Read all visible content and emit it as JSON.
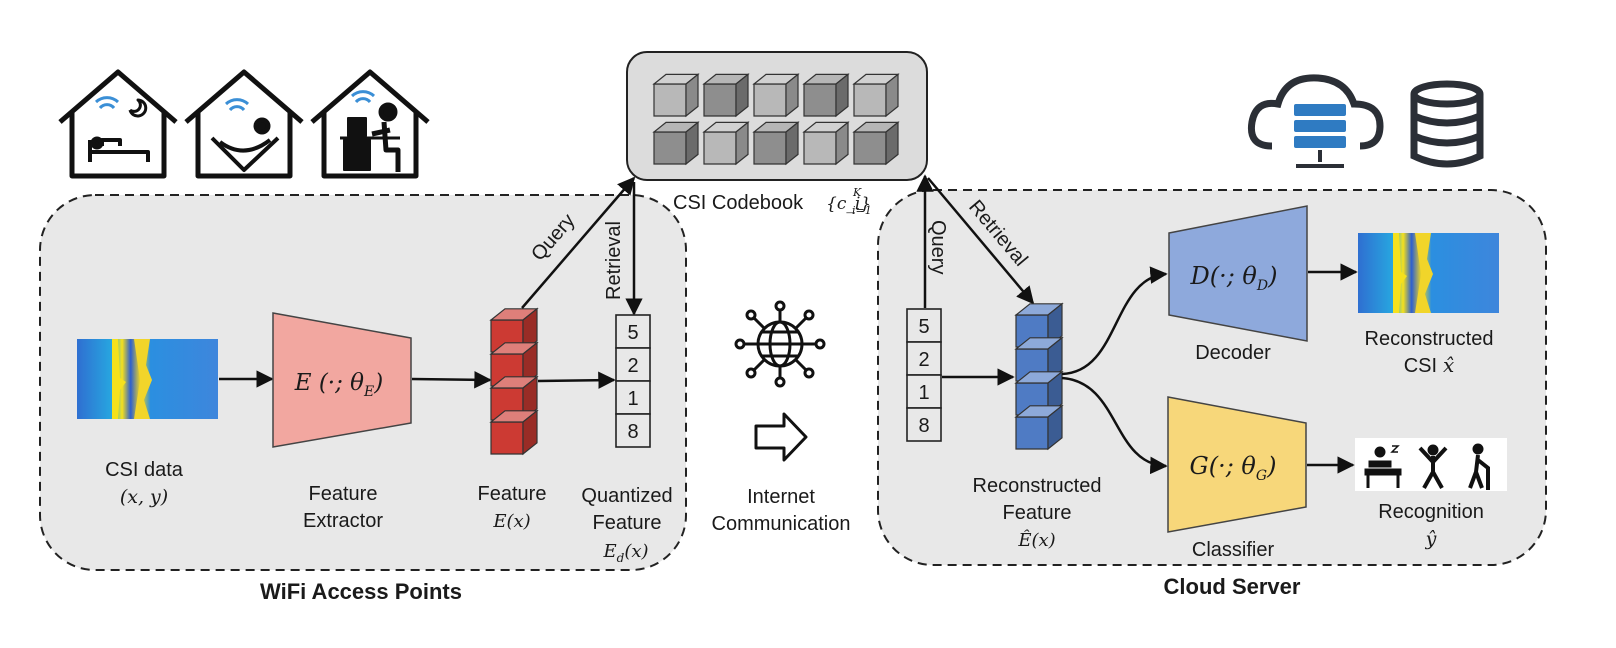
{
  "codebook": {
    "label": "CSI Codebook",
    "math": "{c_i}",
    "sub": "i=1",
    "sup": "K"
  },
  "left_panel": {
    "title": "WiFi Access Points",
    "csi": {
      "label": "CSI data",
      "math": "(x, y)"
    },
    "extractor": {
      "label_line1": "Feature",
      "label_line2": "Extractor",
      "fn": "E (·; θ",
      "fn_sub": "E",
      "fn_end": ")"
    },
    "feature": {
      "label": "Feature",
      "math": "E(x)"
    },
    "quantized": {
      "label_line1": "Quantized",
      "label_line2": "Feature",
      "math": "E",
      "math_sub": "d",
      "math_end": "(x)",
      "indices": [
        "5",
        "2",
        "1",
        "8"
      ]
    },
    "query": "Query",
    "retrieval": "Retrieval"
  },
  "middle": {
    "label_line1": "Internet",
    "label_line2": "Communication"
  },
  "right_panel": {
    "title": "Cloud Server",
    "indices": [
      "5",
      "2",
      "1",
      "8"
    ],
    "query": "Query",
    "retrieval": "Retrieval",
    "recon_feature": {
      "label_line1": "Reconstructed",
      "label_line2": "Feature",
      "math": "Ê(x)"
    },
    "decoder": {
      "label": "Decoder",
      "fn": "D(·; θ",
      "fn_sub": "D",
      "fn_end": ")"
    },
    "classifier": {
      "label": "Classifier",
      "fn": "G(·; θ",
      "fn_sub": "G",
      "fn_end": ")"
    },
    "recon_csi": {
      "label_line1": "Reconstructed",
      "label_line2": "CSI",
      "math": "x̂"
    },
    "recognition": {
      "label": "Recognition",
      "math": "ŷ"
    }
  },
  "icons": [
    "house-sleep-icon",
    "house-hammock-icon",
    "house-desk-icon",
    "cloud-server-icon",
    "database-icon",
    "globe-network-icon",
    "arrow-right-icon",
    "activity-icons"
  ],
  "colors": {
    "panel_fill": "#e8e8e8",
    "extractor": "#f2a7a0",
    "feature_cube": "#cc3a33",
    "recon_cube": "#4f7bc4",
    "decoder": "#8ea9dc",
    "classifier": "#f7d77a",
    "codebook_fill": "#dcdcdc",
    "wifi_blue": "#3b8fd6",
    "server_blue": "#2f7bc2"
  }
}
